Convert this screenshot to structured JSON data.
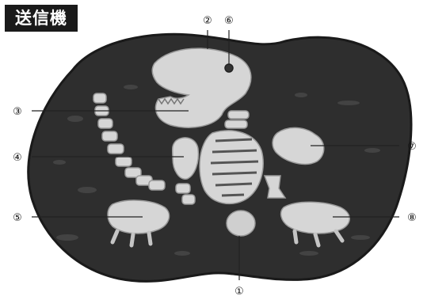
{
  "title": "送信機",
  "callouts": [
    {
      "id": "1",
      "text": "①"
    },
    {
      "id": "2",
      "text": "②"
    },
    {
      "id": "3",
      "text": "③"
    },
    {
      "id": "4",
      "text": "④"
    },
    {
      "id": "5",
      "text": "⑤"
    },
    {
      "id": "6",
      "text": "⑥"
    },
    {
      "id": "7",
      "text": "⑦"
    },
    {
      "id": "8",
      "text": "⑧"
    }
  ],
  "colors": {
    "body": "#2f2f2f",
    "bone": "#d9d9d9",
    "bone_shadow": "#a9a9a9",
    "badge": "#1a1a1a"
  },
  "icons": {
    "device": "dinosaur-skeleton-transmitter"
  }
}
